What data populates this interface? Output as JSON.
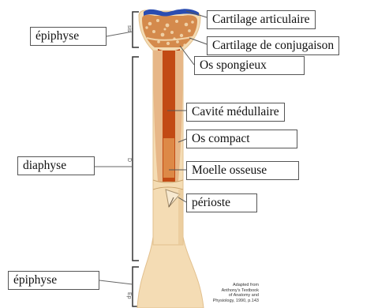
{
  "labels": {
    "cartilage_articulaire": "Cartilage articulaire",
    "cartilage_conjugaison": "Cartilage de conjugaison",
    "os_spongieux": "Os spongieux",
    "cavite_medullaire": "Cavité médullaire",
    "os_compact": "Os compact",
    "moelle_osseuse": "Moelle osseuse",
    "perioste": "périoste",
    "epiphyse_top": "épiphyse",
    "diaphyse": "diaphyse",
    "epiphyse_bottom": "épiphyse"
  },
  "side_letters": {
    "top": "sis",
    "middle": "D",
    "bottom": "Ep"
  },
  "credit": {
    "line1": "Adapted from",
    "line2": "Anthony's Textbook",
    "line3": "of Anatomy and",
    "line4": "Physiology, 1990, p.143"
  },
  "colors": {
    "bone": "#f4dcb4",
    "bone_shadow": "#e2c08e",
    "spongy": "#d48a4c",
    "marrow": "#c24a14",
    "cartilage": "#2a4cb0",
    "bracket": "#333333"
  }
}
